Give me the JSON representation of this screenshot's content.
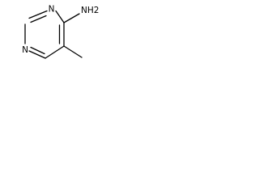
{
  "molecule": {
    "atoms": {
      "n_top": "N",
      "n_left": "N",
      "nh2": "NH2"
    }
  }
}
